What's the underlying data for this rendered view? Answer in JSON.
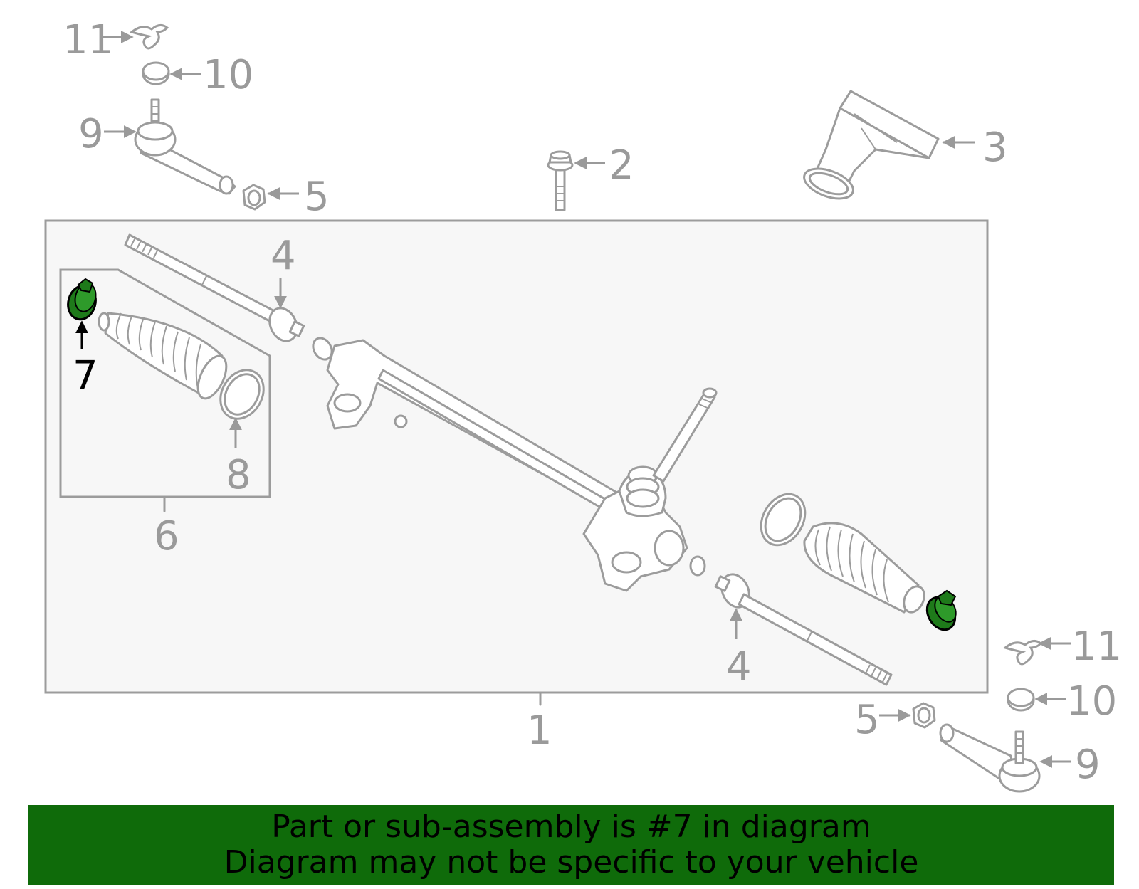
{
  "callouts": {
    "c1": "1",
    "c2": "2",
    "c3": "3",
    "c4a": "4",
    "c4b": "4",
    "c5a": "5",
    "c5b": "5",
    "c6": "6",
    "c7": "7",
    "c8": "8",
    "c9a": "9",
    "c9b": "9",
    "c10a": "10",
    "c10b": "10",
    "c11a": "11",
    "c11b": "11"
  },
  "highlight": {
    "part_number": "7",
    "color": "#1e7a1a"
  },
  "colors": {
    "line": "#9c9c9c",
    "label": "#9a9a9a",
    "panel": "#f7f7f7",
    "banner": "#0f6b0a"
  },
  "banner": {
    "line1": "Part or sub-assembly is #7 in diagram",
    "line2": "Diagram may not be specific to your vehicle"
  }
}
